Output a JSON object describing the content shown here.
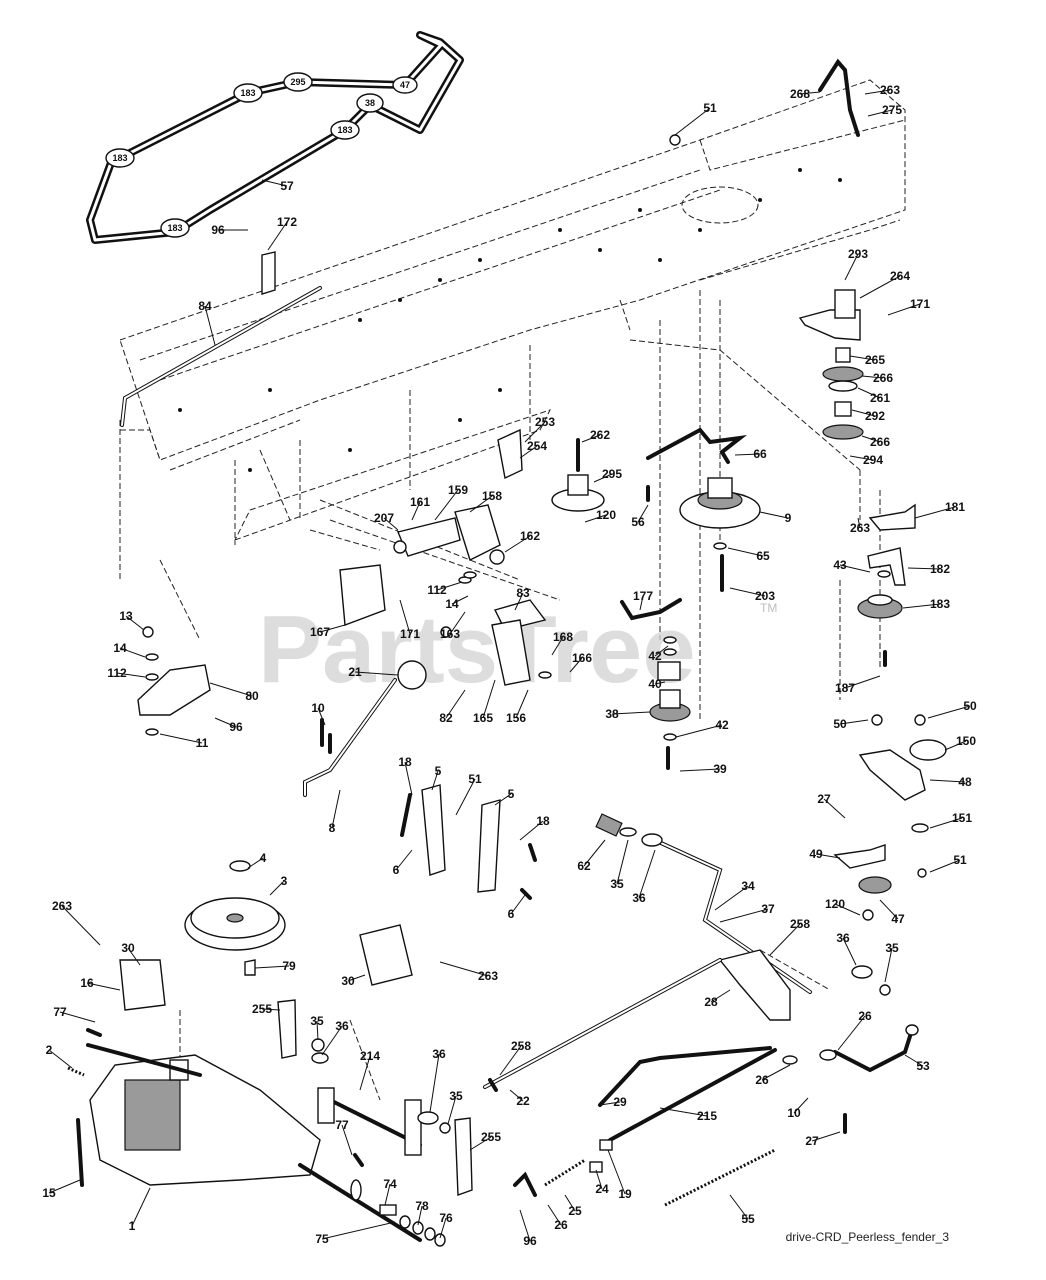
{
  "watermark": {
    "text": "PartsTree",
    "tm": "TM"
  },
  "footer": {
    "caption": "drive-CRD_Peerless_fender_3"
  },
  "belt": {
    "label": "57",
    "pulley_labels": [
      "183",
      "295",
      "47",
      "38",
      "183",
      "183",
      "183"
    ]
  },
  "callouts": [
    {
      "t": "268"
    },
    {
      "t": "263"
    },
    {
      "t": "275"
    },
    {
      "t": "51"
    },
    {
      "t": "57"
    },
    {
      "t": "172"
    },
    {
      "t": "96"
    },
    {
      "t": "84"
    },
    {
      "t": "293"
    },
    {
      "t": "264"
    },
    {
      "t": "171"
    },
    {
      "t": "265"
    },
    {
      "t": "266"
    },
    {
      "t": "261"
    },
    {
      "t": "292"
    },
    {
      "t": "266"
    },
    {
      "t": "294"
    },
    {
      "t": "253"
    },
    {
      "t": "254"
    },
    {
      "t": "262"
    },
    {
      "t": "66"
    },
    {
      "t": "295"
    },
    {
      "t": "120"
    },
    {
      "t": "56"
    },
    {
      "t": "9"
    },
    {
      "t": "263"
    },
    {
      "t": "181"
    },
    {
      "t": "65"
    },
    {
      "t": "203"
    },
    {
      "t": "43"
    },
    {
      "t": "182"
    },
    {
      "t": "183"
    },
    {
      "t": "187"
    },
    {
      "t": "161"
    },
    {
      "t": "159"
    },
    {
      "t": "158"
    },
    {
      "t": "207"
    },
    {
      "t": "162"
    },
    {
      "t": "112"
    },
    {
      "t": "14"
    },
    {
      "t": "83"
    },
    {
      "t": "163"
    },
    {
      "t": "167"
    },
    {
      "t": "171"
    },
    {
      "t": "177"
    },
    {
      "t": "42"
    },
    {
      "t": "40"
    },
    {
      "t": "168"
    },
    {
      "t": "166"
    },
    {
      "t": "13"
    },
    {
      "t": "14"
    },
    {
      "t": "112"
    },
    {
      "t": "80"
    },
    {
      "t": "96"
    },
    {
      "t": "11"
    },
    {
      "t": "21"
    },
    {
      "t": "82"
    },
    {
      "t": "165"
    },
    {
      "t": "156"
    },
    {
      "t": "38"
    },
    {
      "t": "42"
    },
    {
      "t": "39"
    },
    {
      "t": "10"
    },
    {
      "t": "8"
    },
    {
      "t": "50"
    },
    {
      "t": "50"
    },
    {
      "t": "150"
    },
    {
      "t": "48"
    },
    {
      "t": "27"
    },
    {
      "t": "151"
    },
    {
      "t": "49"
    },
    {
      "t": "51"
    },
    {
      "t": "120"
    },
    {
      "t": "47"
    },
    {
      "t": "18"
    },
    {
      "t": "5"
    },
    {
      "t": "51"
    },
    {
      "t": "5"
    },
    {
      "t": "18"
    },
    {
      "t": "6"
    },
    {
      "t": "6"
    },
    {
      "t": "62"
    },
    {
      "t": "35"
    },
    {
      "t": "36"
    },
    {
      "t": "34"
    },
    {
      "t": "37"
    },
    {
      "t": "258"
    },
    {
      "t": "36"
    },
    {
      "t": "35"
    },
    {
      "t": "4"
    },
    {
      "t": "3"
    },
    {
      "t": "263"
    },
    {
      "t": "30"
    },
    {
      "t": "16"
    },
    {
      "t": "30"
    },
    {
      "t": "263"
    },
    {
      "t": "79"
    },
    {
      "t": "77"
    },
    {
      "t": "2"
    },
    {
      "t": "255"
    },
    {
      "t": "35"
    },
    {
      "t": "36"
    },
    {
      "t": "28"
    },
    {
      "t": "26"
    },
    {
      "t": "258"
    },
    {
      "t": "214"
    },
    {
      "t": "36"
    },
    {
      "t": "35"
    },
    {
      "t": "22"
    },
    {
      "t": "29"
    },
    {
      "t": "26"
    },
    {
      "t": "10"
    },
    {
      "t": "53"
    },
    {
      "t": "215"
    },
    {
      "t": "255"
    },
    {
      "t": "15"
    },
    {
      "t": "77"
    },
    {
      "t": "27"
    },
    {
      "t": "74"
    },
    {
      "t": "78"
    },
    {
      "t": "76"
    },
    {
      "t": "25"
    },
    {
      "t": "24"
    },
    {
      "t": "19"
    },
    {
      "t": "55"
    },
    {
      "t": "1"
    },
    {
      "t": "75"
    },
    {
      "t": "96"
    },
    {
      "t": "26"
    }
  ]
}
